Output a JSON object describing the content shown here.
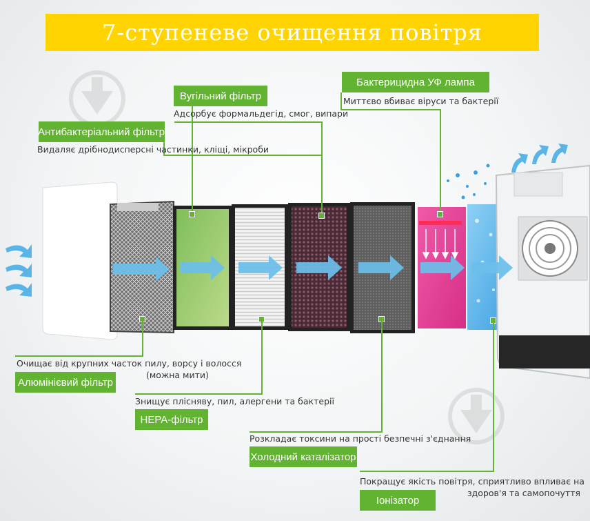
{
  "title": "7-ступеневе очищення повітря",
  "filters": {
    "antibacterial": {
      "label": "Антибактеріальний фільтр",
      "desc": "Видаляє дрібнодисперсні частинки, кліщі, мікроби"
    },
    "carbon": {
      "label": "Вугільний фільтр",
      "desc": "Адсорбує формальдегід, смог, випари"
    },
    "uv": {
      "label": "Бактерицидна УФ лампа",
      "desc": "Миттєво вбиває віруси та бактерії"
    },
    "aluminum": {
      "label": "Алюмінієвий фільтр",
      "desc_line1": "Очищає від крупних часток пилу, ворсу і волосся",
      "desc_line2": "(можна мити)"
    },
    "hepa": {
      "label": "HEPA-фільтр",
      "desc": "Знищує плісняву, пил, алергени та бактерії"
    },
    "catalyst": {
      "label": "Холодний каталізатор",
      "desc": "Розкладає токсини на прості безпечні з'єднання"
    },
    "ionizer": {
      "label": "Іонізатор",
      "desc_line1": "Покращує якість повітря, сприятливо впливає на",
      "desc_line2": "здоров'я та самопочуття"
    }
  },
  "colors": {
    "accent_green": "#62b331",
    "title_yellow": "#ffd400",
    "airflow_blue": "#5ab4e6",
    "uv_pink": "#e8449b"
  },
  "icons": [
    "airflow-arrow-icon",
    "download-watermark-icon",
    "fan-icon"
  ]
}
